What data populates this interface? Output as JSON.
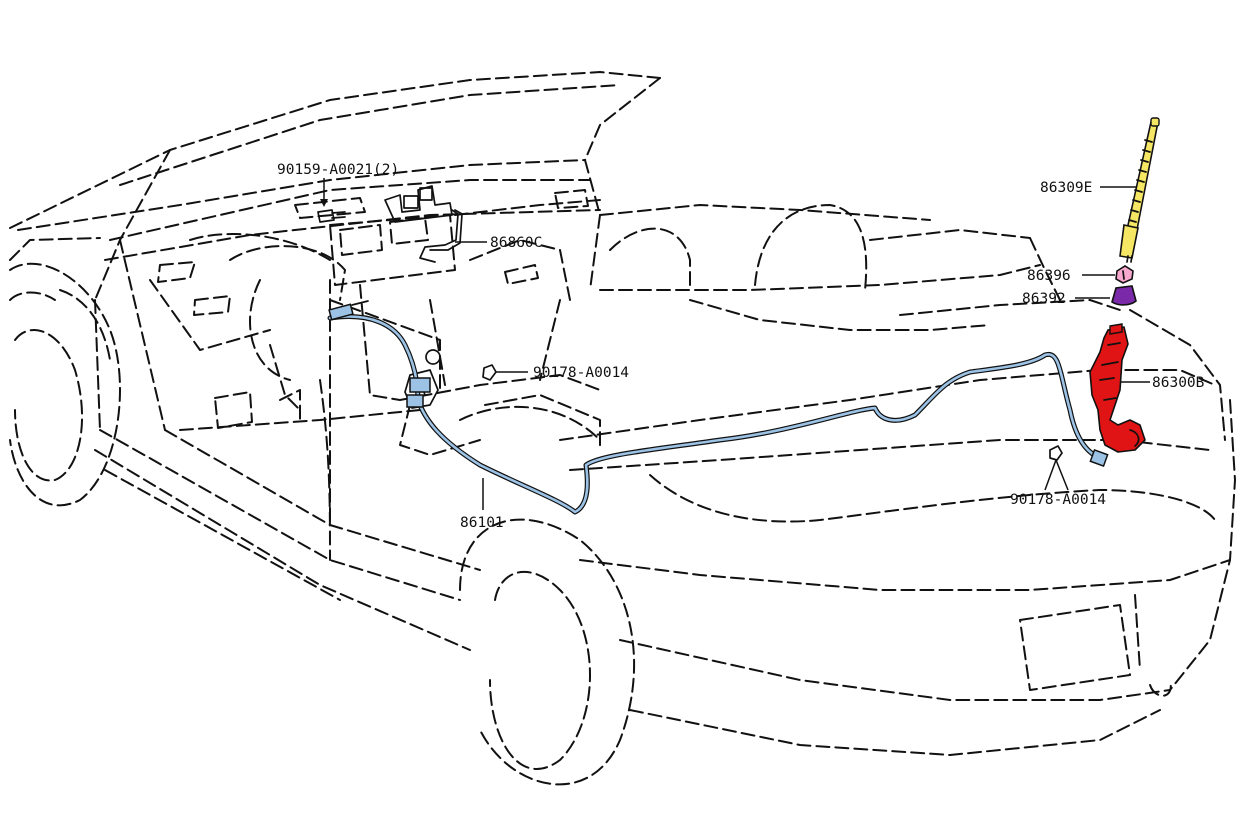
{
  "colors": {
    "cable": "#9cc3e6",
    "antenna_rod": "#f5e663",
    "antenna_assembly": "#e01414",
    "nut_86396": "#f8a8ce",
    "pad_86392": "#7a2aa8",
    "outline": "#111111"
  },
  "labels": {
    "screw_top": "90159-A0021(2)",
    "bracket": "86860C",
    "rod": "86309E",
    "nut": "86396",
    "pad": "86392",
    "antenna": "86300B",
    "clamp_front": "90178-A0014",
    "clamp_rear": "90178-A0014",
    "cable": "86101"
  }
}
